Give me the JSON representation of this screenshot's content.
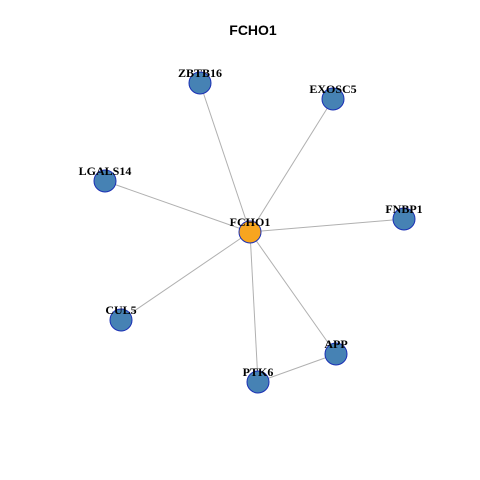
{
  "title": "FCHO1",
  "colors": {
    "hub_fill": "#F7A520",
    "node_fill": "#4682B4",
    "node_stroke": "#1A2FB5",
    "edge": "#B0B0B0"
  },
  "nodes": [
    {
      "id": "FCHO1",
      "label": "FCHO1",
      "role": "hub"
    },
    {
      "id": "ZBTB16",
      "label": "ZBTB16",
      "role": "neighbor"
    },
    {
      "id": "EXOSC5",
      "label": "EXOSC5",
      "role": "neighbor"
    },
    {
      "id": "LGALS14",
      "label": "LGALS14",
      "role": "neighbor"
    },
    {
      "id": "FNBP1",
      "label": "FNBP1",
      "role": "neighbor"
    },
    {
      "id": "CUL5",
      "label": "CUL5",
      "role": "neighbor"
    },
    {
      "id": "APP",
      "label": "APP",
      "role": "neighbor"
    },
    {
      "id": "PTK6",
      "label": "PTK6",
      "role": "neighbor"
    }
  ],
  "edges": [
    [
      "FCHO1",
      "ZBTB16"
    ],
    [
      "FCHO1",
      "EXOSC5"
    ],
    [
      "FCHO1",
      "LGALS14"
    ],
    [
      "FCHO1",
      "FNBP1"
    ],
    [
      "FCHO1",
      "CUL5"
    ],
    [
      "FCHO1",
      "APP"
    ],
    [
      "FCHO1",
      "PTK6"
    ],
    [
      "APP",
      "PTK6"
    ]
  ]
}
